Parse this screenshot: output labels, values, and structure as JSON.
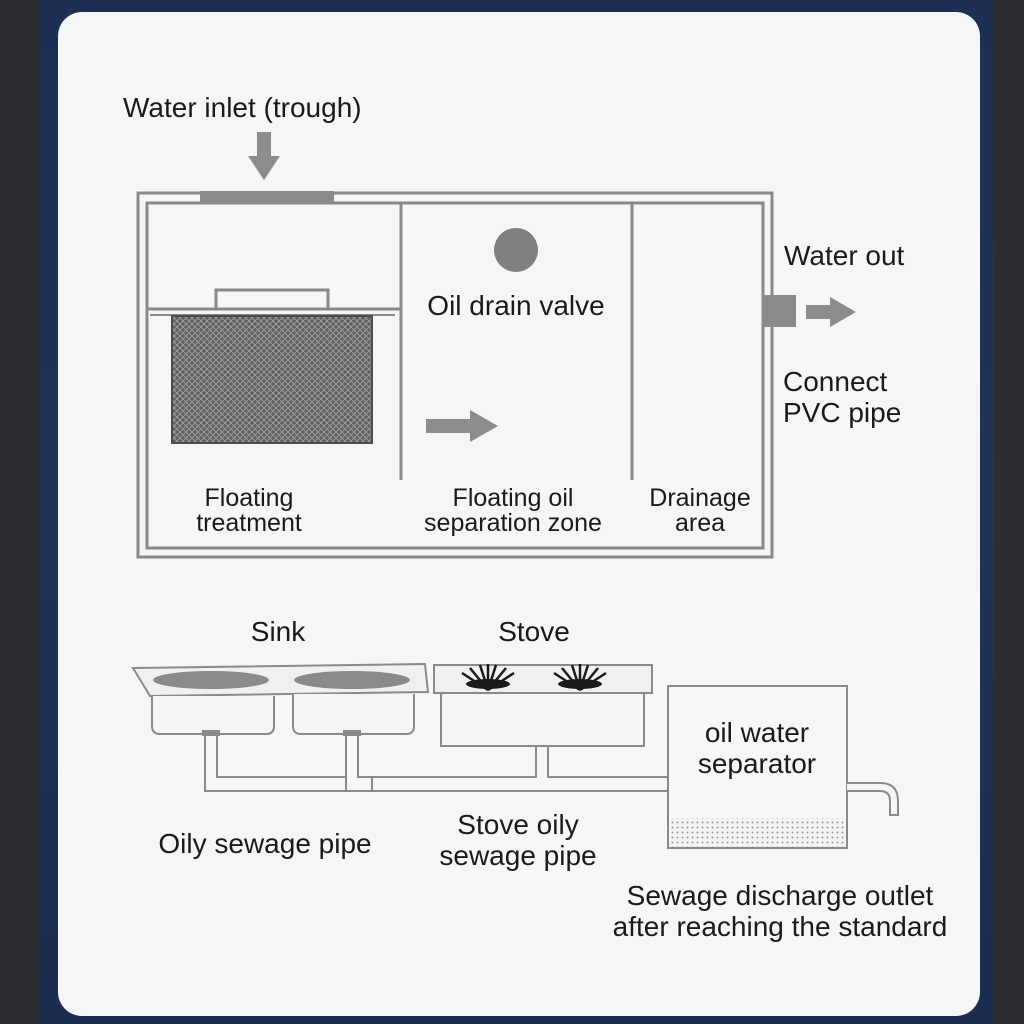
{
  "labels": {
    "water_inlet": "Water inlet (trough)",
    "oil_drain_valve": "Oil drain valve",
    "water_out": "Water out",
    "connect_pvc_1": "Connect",
    "connect_pvc_2": "PVC pipe",
    "floating_treatment_1": "Floating",
    "floating_treatment_2": "treatment",
    "floating_oil_zone_1": "Floating oil",
    "floating_oil_zone_2": "separation zone",
    "drainage_area_1": "Drainage",
    "drainage_area_2": "area",
    "sink": "Sink",
    "stove": "Stove",
    "oil_water_separator_1": "oil water",
    "oil_water_separator_2": "separator",
    "oily_sewage_pipe": "Oily sewage pipe",
    "stove_oily_pipe_1": "Stove oily",
    "stove_oily_pipe_2": "sewage pipe",
    "discharge_outlet_1": "Sewage discharge outlet",
    "discharge_outlet_2": "after reaching the standard"
  },
  "colors": {
    "stroke": "#8a8a8a",
    "fill_light": "#f0f0f0",
    "arrow": "#8c8c8c",
    "valve": "#808080",
    "mesh": "#6f6f6f",
    "text": "#1a1a1a"
  }
}
